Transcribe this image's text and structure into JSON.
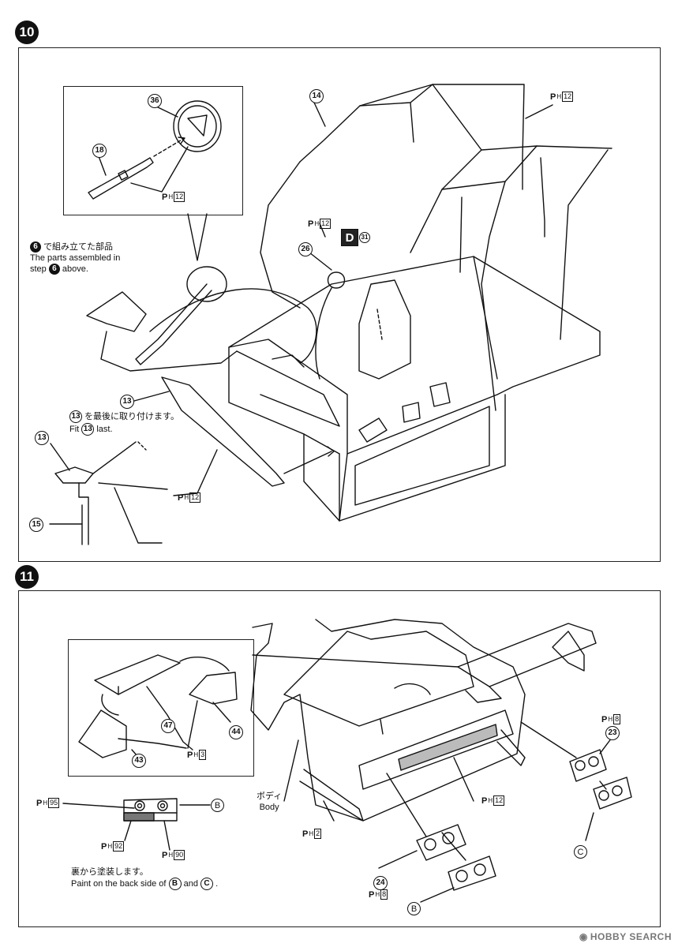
{
  "step10": {
    "number": "10",
    "parts": {
      "p36": "36",
      "p18": "18",
      "p14": "14",
      "p26": "26",
      "p13a": "13",
      "p13b": "13",
      "p15": "15",
      "p31": "31"
    },
    "paint": {
      "prefix": "P",
      "sub": "H",
      "code": "12"
    },
    "badge": "D",
    "note_step6_jp": "で組み立てた部品",
    "note_step6_en_1": "The parts assembled in",
    "note_step6_en_2": "step",
    "note_step6_en_3": "above.",
    "step_ref": "6",
    "fit_jp": "を最後に取り付けます。",
    "fit_en_1": "Fit",
    "fit_en_2": "last.",
    "fit_ref": "13"
  },
  "step11": {
    "number": "11",
    "parts": {
      "p47": "47",
      "p44": "44",
      "p43": "43",
      "p23": "23",
      "p24": "24"
    },
    "paint_codes": {
      "h3": "3",
      "h95": "95",
      "h92": "92",
      "h90": "90",
      "h12": "12",
      "h2": "2",
      "h8a": "8",
      "h8b": "8"
    },
    "letter_b": "B",
    "letter_c": "C",
    "body_jp": "ボディ",
    "body_en": "Body",
    "back_jp": "裏から塗装します。",
    "back_en_1": "Paint on the back side of",
    "back_en_2": "and",
    "back_en_3": "."
  },
  "watermark": "HOBBY SEARCH"
}
